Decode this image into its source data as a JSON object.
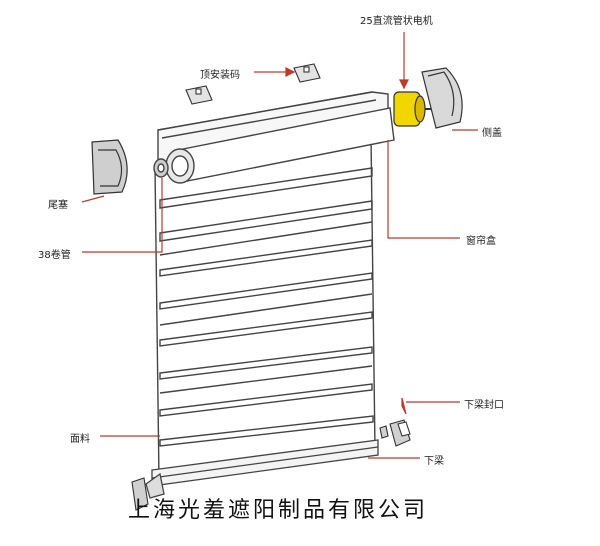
{
  "diagram": {
    "labels": {
      "motor": "25直流管状电机",
      "top_mount": "顶安装码",
      "side_cover": "侧盖",
      "end_plug": "尾塞",
      "tube": "38卷管",
      "cassette": "窗帘盒",
      "bottom_rail_cap": "下梁封口",
      "fabric": "面料",
      "bottom_rail": "下梁"
    },
    "company": "上海光羞遮阳制品有限公司",
    "colors": {
      "leader": "#c0392b",
      "line": "#333333",
      "motor": "#f2d600"
    }
  }
}
